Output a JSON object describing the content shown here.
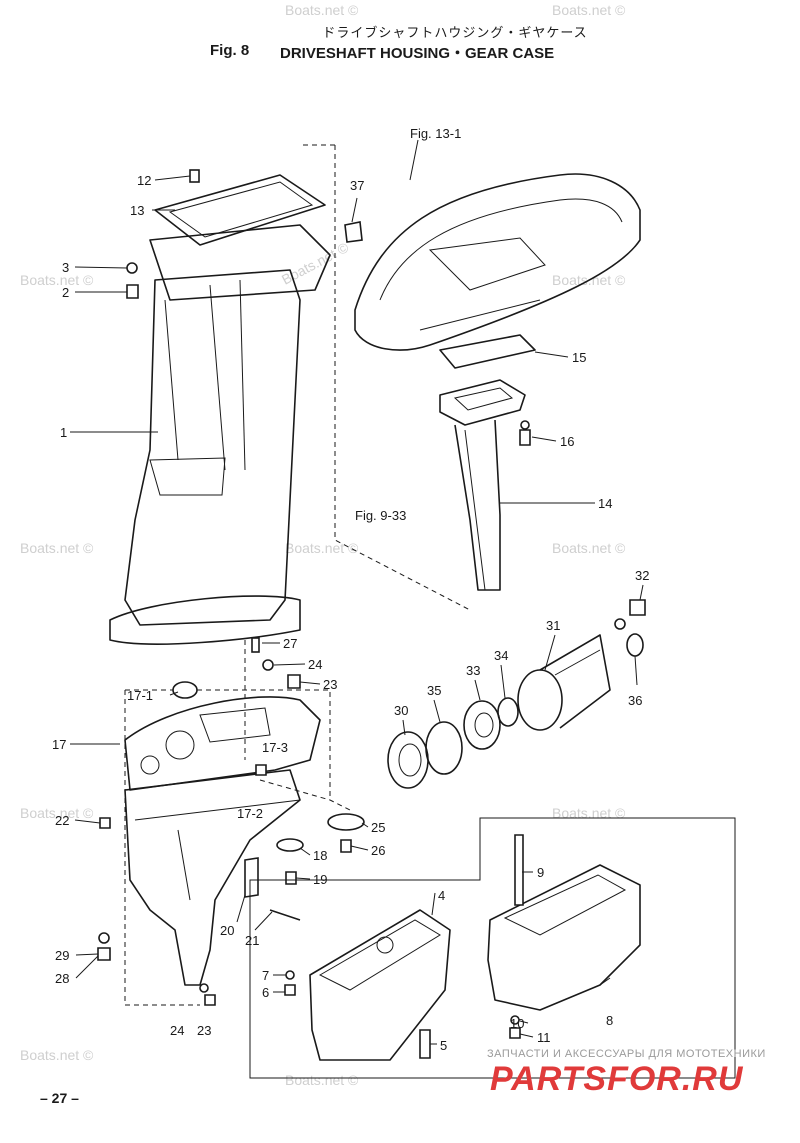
{
  "title": {
    "japanese": "ドライブシャフトハウジング・ギヤケース",
    "figure": "Fig. 8",
    "name": "DRIVESHAFT HOUSING・GEAR CASE"
  },
  "references": {
    "fig_13_1": "Fig. 13-1",
    "fig_9_33": "Fig. 9-33"
  },
  "callouts": {
    "c1": "1",
    "c2": "2",
    "c3": "3",
    "c4": "4",
    "c5": "5",
    "c6": "6",
    "c7": "7",
    "c8": "8",
    "c9": "9",
    "c10": "10",
    "c11": "11",
    "c12": "12",
    "c13": "13",
    "c14": "14",
    "c15": "15",
    "c16": "16",
    "c17": "17",
    "c17_1": "17-1",
    "c17_2": "17-2",
    "c17_3": "17-3",
    "c18": "18",
    "c19": "19",
    "c20": "20",
    "c21": "21",
    "c22": "22",
    "c23a": "23",
    "c23b": "23",
    "c24a": "24",
    "c24b": "24",
    "c25": "25",
    "c26": "26",
    "c27": "27",
    "c28": "28",
    "c29": "29",
    "c30": "30",
    "c31": "31",
    "c32": "32",
    "c33": "33",
    "c34": "34",
    "c35": "35",
    "c36": "36",
    "c37": "37"
  },
  "watermark": "Boats.net ©",
  "page_number": "– 27 –",
  "shop": {
    "caption": "ЗАПЧАСТИ И АКСЕССУАРЫ ДЛЯ МОТОТЕХНИКИ",
    "logo": "PARTSFOR.RU"
  }
}
